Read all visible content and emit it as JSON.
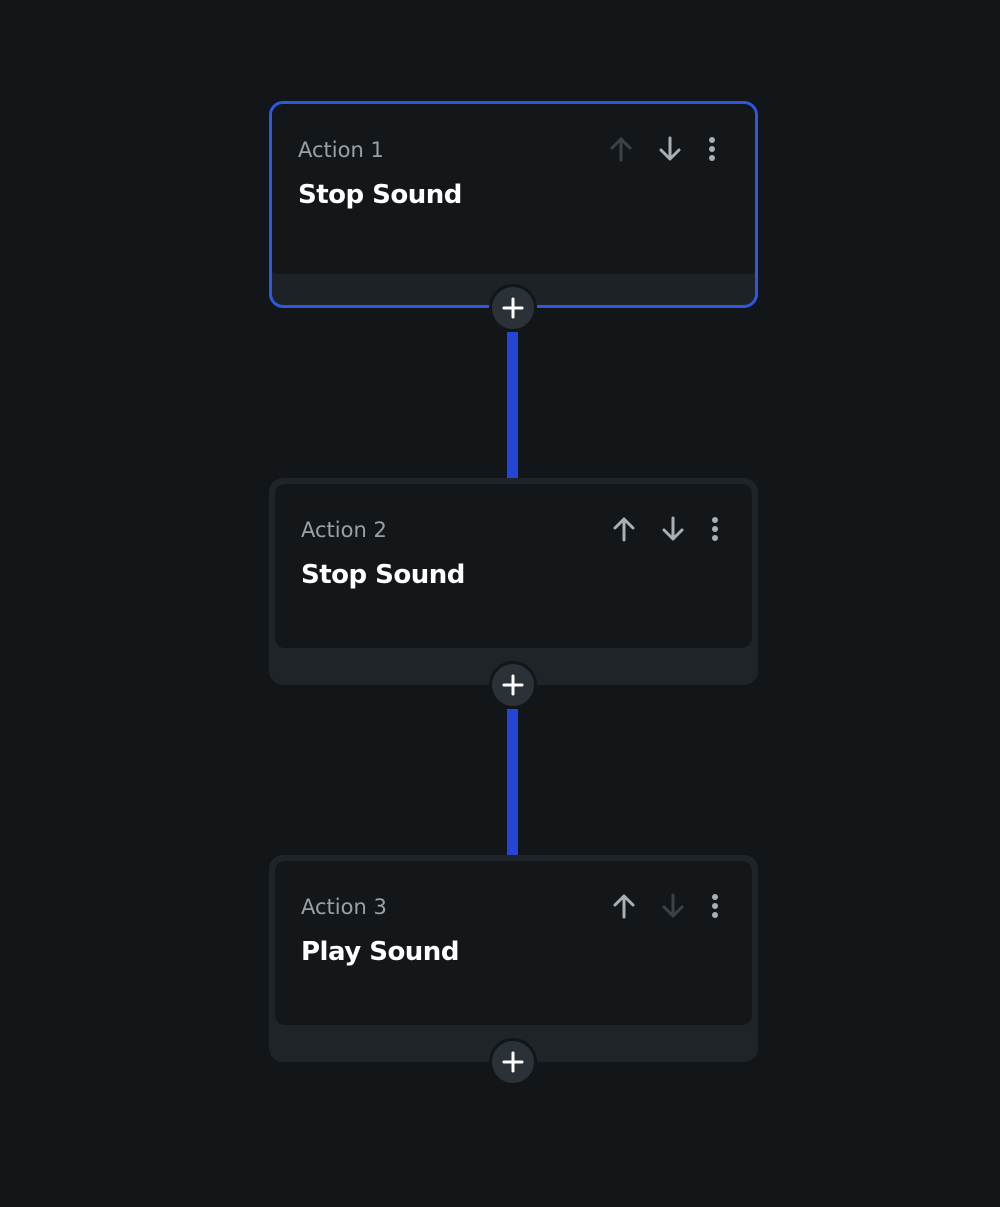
{
  "colors": {
    "background": "#121619",
    "accent": "#2f57e0",
    "connector": "#2346d9",
    "icon_enabled": "#a8b0b6",
    "icon_disabled": "#3a4247"
  },
  "actions": [
    {
      "label": "Action 1",
      "title": "Stop Sound",
      "selected": true,
      "move_up_enabled": false,
      "move_down_enabled": true,
      "icons": [
        "arrow-up-icon",
        "arrow-down-icon",
        "more-vertical-icon"
      ]
    },
    {
      "label": "Action 2",
      "title": "Stop Sound",
      "selected": false,
      "move_up_enabled": true,
      "move_down_enabled": true,
      "icons": [
        "arrow-up-icon",
        "arrow-down-icon",
        "more-vertical-icon"
      ]
    },
    {
      "label": "Action 3",
      "title": "Play Sound",
      "selected": false,
      "move_up_enabled": true,
      "move_down_enabled": false,
      "icons": [
        "arrow-up-icon",
        "arrow-down-icon",
        "more-vertical-icon"
      ]
    }
  ],
  "add_button_icon": "plus-icon"
}
